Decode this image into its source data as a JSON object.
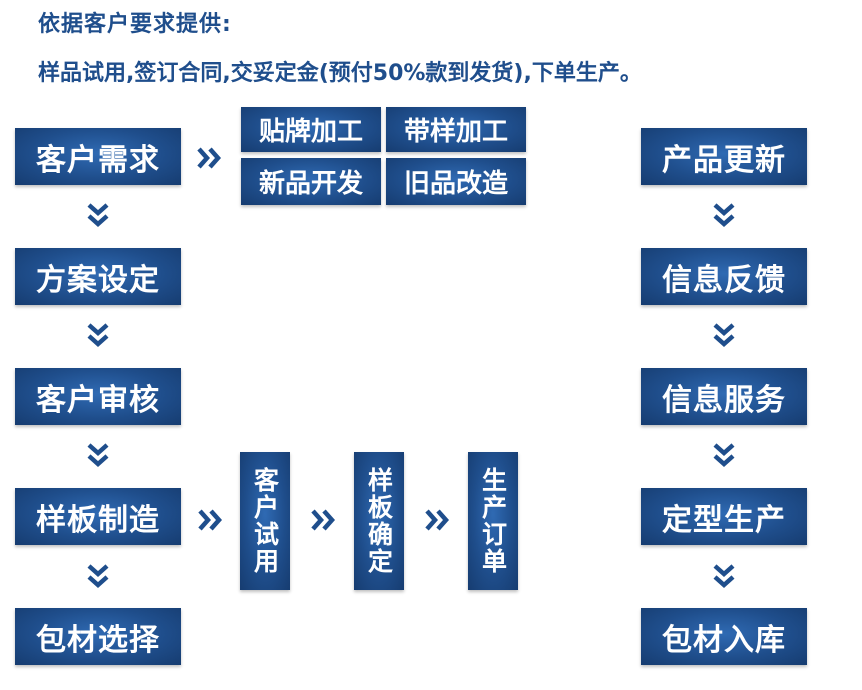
{
  "header": {
    "line1": "依据客户要求提供:",
    "line2": "样品试用,签订合同,交妥定金(预付50%款到发货),下单生产。"
  },
  "left_column": [
    {
      "id": "customer-demand",
      "label": "客户需求"
    },
    {
      "id": "plan-setting",
      "label": "方案设定"
    },
    {
      "id": "customer-review",
      "label": "客户审核"
    },
    {
      "id": "sample-making",
      "label": "样板制造"
    },
    {
      "id": "packaging-selection",
      "label": "包材选择"
    }
  ],
  "service_options": [
    {
      "id": "oem-processing",
      "label": "贴牌加工"
    },
    {
      "id": "sample-processing",
      "label": "带样加工"
    },
    {
      "id": "new-product-dev",
      "label": "新品开发"
    },
    {
      "id": "old-product-redesign",
      "label": "旧品改造"
    }
  ],
  "sample_steps": [
    {
      "id": "customer-trial",
      "label": "客户试用"
    },
    {
      "id": "sample-confirm",
      "label": "样板确定"
    },
    {
      "id": "production-order",
      "label": "生产订单"
    }
  ],
  "right_column": [
    {
      "id": "product-update",
      "label": "产品更新"
    },
    {
      "id": "info-feedback",
      "label": "信息反馈"
    },
    {
      "id": "info-service",
      "label": "信息服务"
    },
    {
      "id": "mass-production",
      "label": "定型生产"
    },
    {
      "id": "packaging-storage",
      "label": "包材入库"
    }
  ],
  "colors": {
    "box": "#1f4e8c",
    "text": "#ffffff",
    "arrow": "#1f4e8c"
  },
  "icons": {
    "right_arrow": "double-chevron-right-icon",
    "down_arrow": "double-chevron-down-icon"
  }
}
